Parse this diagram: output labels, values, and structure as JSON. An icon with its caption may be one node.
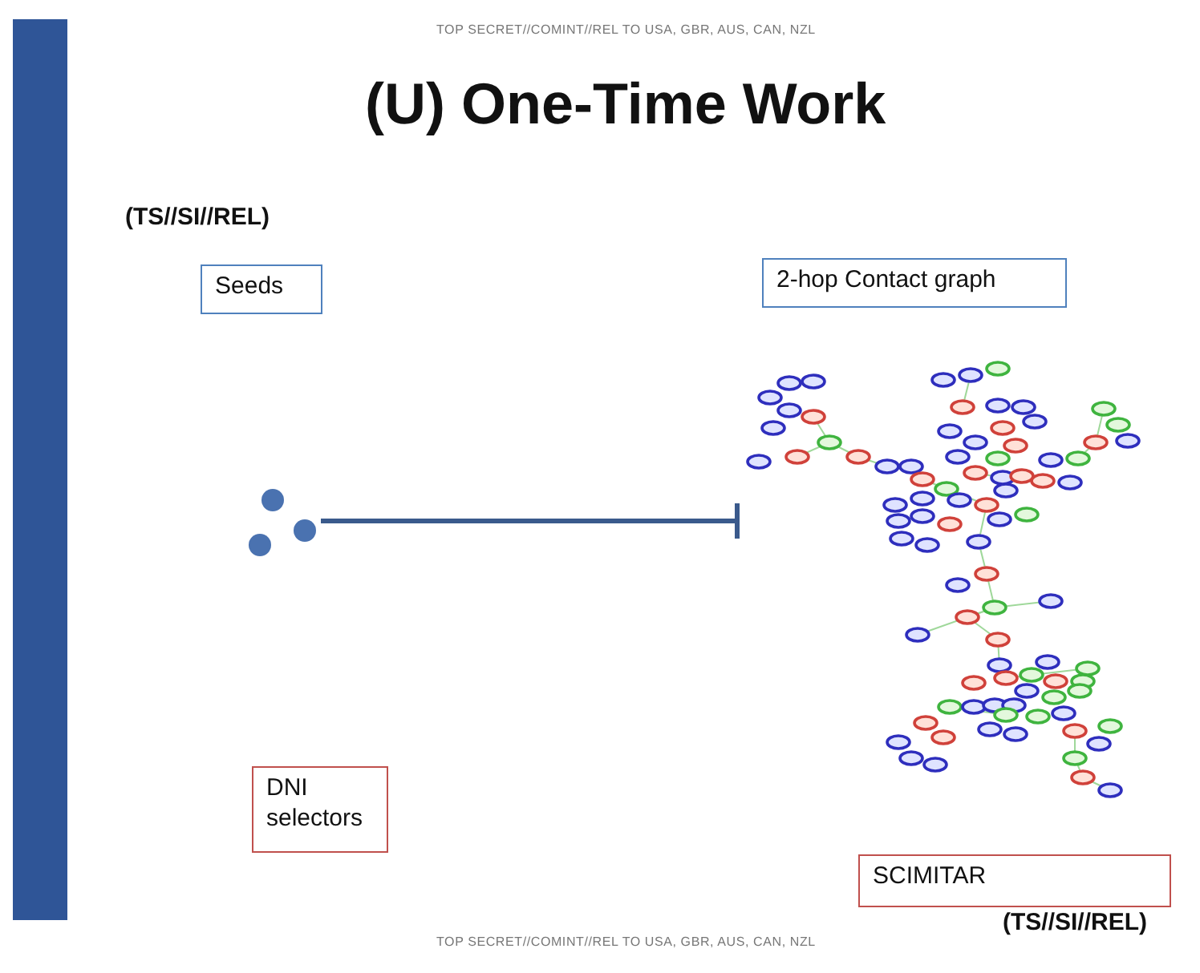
{
  "diagram": {
    "title": "(U) One-Time Work",
    "nodes": [
      {
        "text": [
          "Seeds"
        ]
      },
      {
        "text": [
          "2-hop Contact graph"
        ]
      },
      {
        "text": [],
        "shape": "picture"
      },
      {
        "text": [],
        "shape": "picture"
      },
      {
        "text": [
          "DNI selectors"
        ]
      },
      {
        "text": [
          "SCIMITAR"
        ]
      },
      {
        "text": [],
        "shape": "bar"
      }
    ],
    "edges": [
      {
        "from": 2,
        "to": 3,
        "arrow": "other"
      }
    ],
    "labels": [
      "TOP SECRET//COMINT//REL TO USA, GBR, AUS, CAN, NZL",
      "(TS//SI//REL)",
      "(TS//SI//REL)",
      "TOP SECRET//COMINT//REL TO USA, GBR, AUS, CAN, NZL"
    ]
  }
}
